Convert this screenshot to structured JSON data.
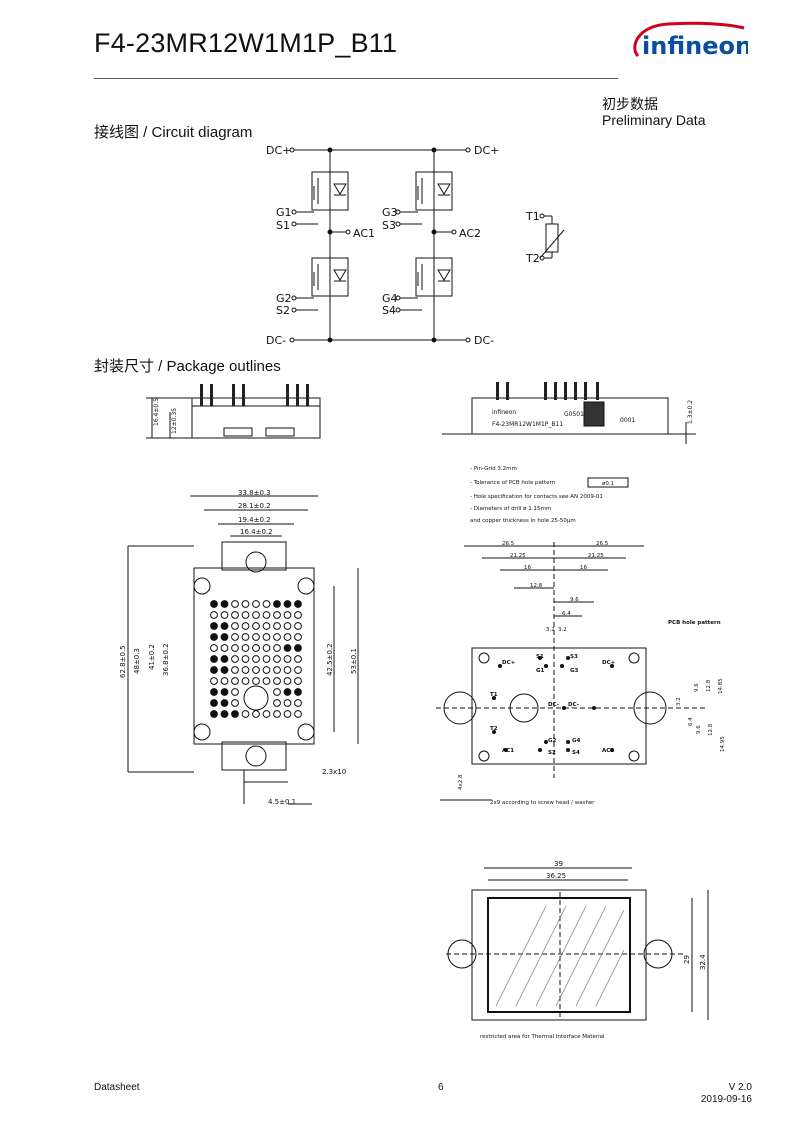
{
  "header": {
    "part_number": "F4-23MR12W1M1P_B11",
    "logo_text": "infineon",
    "status_cn": "初步数据",
    "status_en": "Preliminary Data"
  },
  "circuit": {
    "heading": "接线图 / Circuit diagram",
    "labels": {
      "dc_plus_left": "DC+",
      "dc_plus_right": "DC+",
      "dc_minus_left": "DC-",
      "dc_minus_right": "DC-",
      "g1": "G1",
      "s1": "S1",
      "g2": "G2",
      "s2": "S2",
      "g3": "G3",
      "s3": "S3",
      "g4": "G4",
      "s4": "S4",
      "ac1": "AC1",
      "ac2": "AC2",
      "t1": "T1",
      "t2": "T2"
    }
  },
  "package": {
    "heading": "封装尺寸 / Package outlines",
    "side_left": {
      "dim_a": "16.4±0.5",
      "dim_b": "12±0.35"
    },
    "side_right": {
      "brand": "infineon",
      "part": "F4-23MR12W1M1P_B11",
      "code1": "G0501",
      "code2": "0001",
      "dim": "1.3±0.2"
    },
    "notes": [
      "- Pin-Grid 3.2mm",
      "- Tolerance of PCB hole pattern",
      "- Hole specification for contacts see AN 2009-01",
      "- Diameters of drill ø 1.15mm",
      "  and copper thickness in hole 25-50µm"
    ],
    "tolerance_box": "ø0.1",
    "top_view": {
      "dims_top": [
        "33.8±0.3",
        "28.1±0.2",
        "19.4±0.2",
        "16.4±0.2"
      ],
      "dims_left": [
        "62.8±0.5",
        "48±0.3",
        "41±0.2",
        "36.8±0.2"
      ],
      "dims_right": [
        "42.5±0.2",
        "53±0.1"
      ],
      "dim_slot": "2.3x10",
      "dim_bottom": "4.5±0.1"
    },
    "pcb": {
      "title": "PCB hole pattern",
      "dims_top": [
        "26.5",
        "26.5",
        "21.25",
        "21.25",
        "16",
        "16",
        "12.8",
        "9.6",
        "6.4",
        "3.2",
        "3.2"
      ],
      "dims_right": [
        "3.2",
        "9.6",
        "12.8",
        "14.85",
        "6.4",
        "9.6",
        "12.8",
        "14.95"
      ],
      "dim_left": "4x2.8",
      "pins": [
        "DC+",
        "S1",
        "G1",
        "S3",
        "G3",
        "DC+",
        "T1",
        "DC-",
        "DC-",
        "T2",
        "AC1",
        "G2",
        "S2",
        "G4",
        "S4",
        "AC2"
      ],
      "note": "2x9 according to screw head / washer"
    },
    "tim": {
      "dims": [
        "39",
        "36.25",
        "29",
        "32.4"
      ],
      "caption": "restricted area for Thermal Interface Material"
    }
  },
  "footer": {
    "left": "Datasheet",
    "page": "6",
    "version": "V 2.0",
    "date": "2019-09-16"
  }
}
